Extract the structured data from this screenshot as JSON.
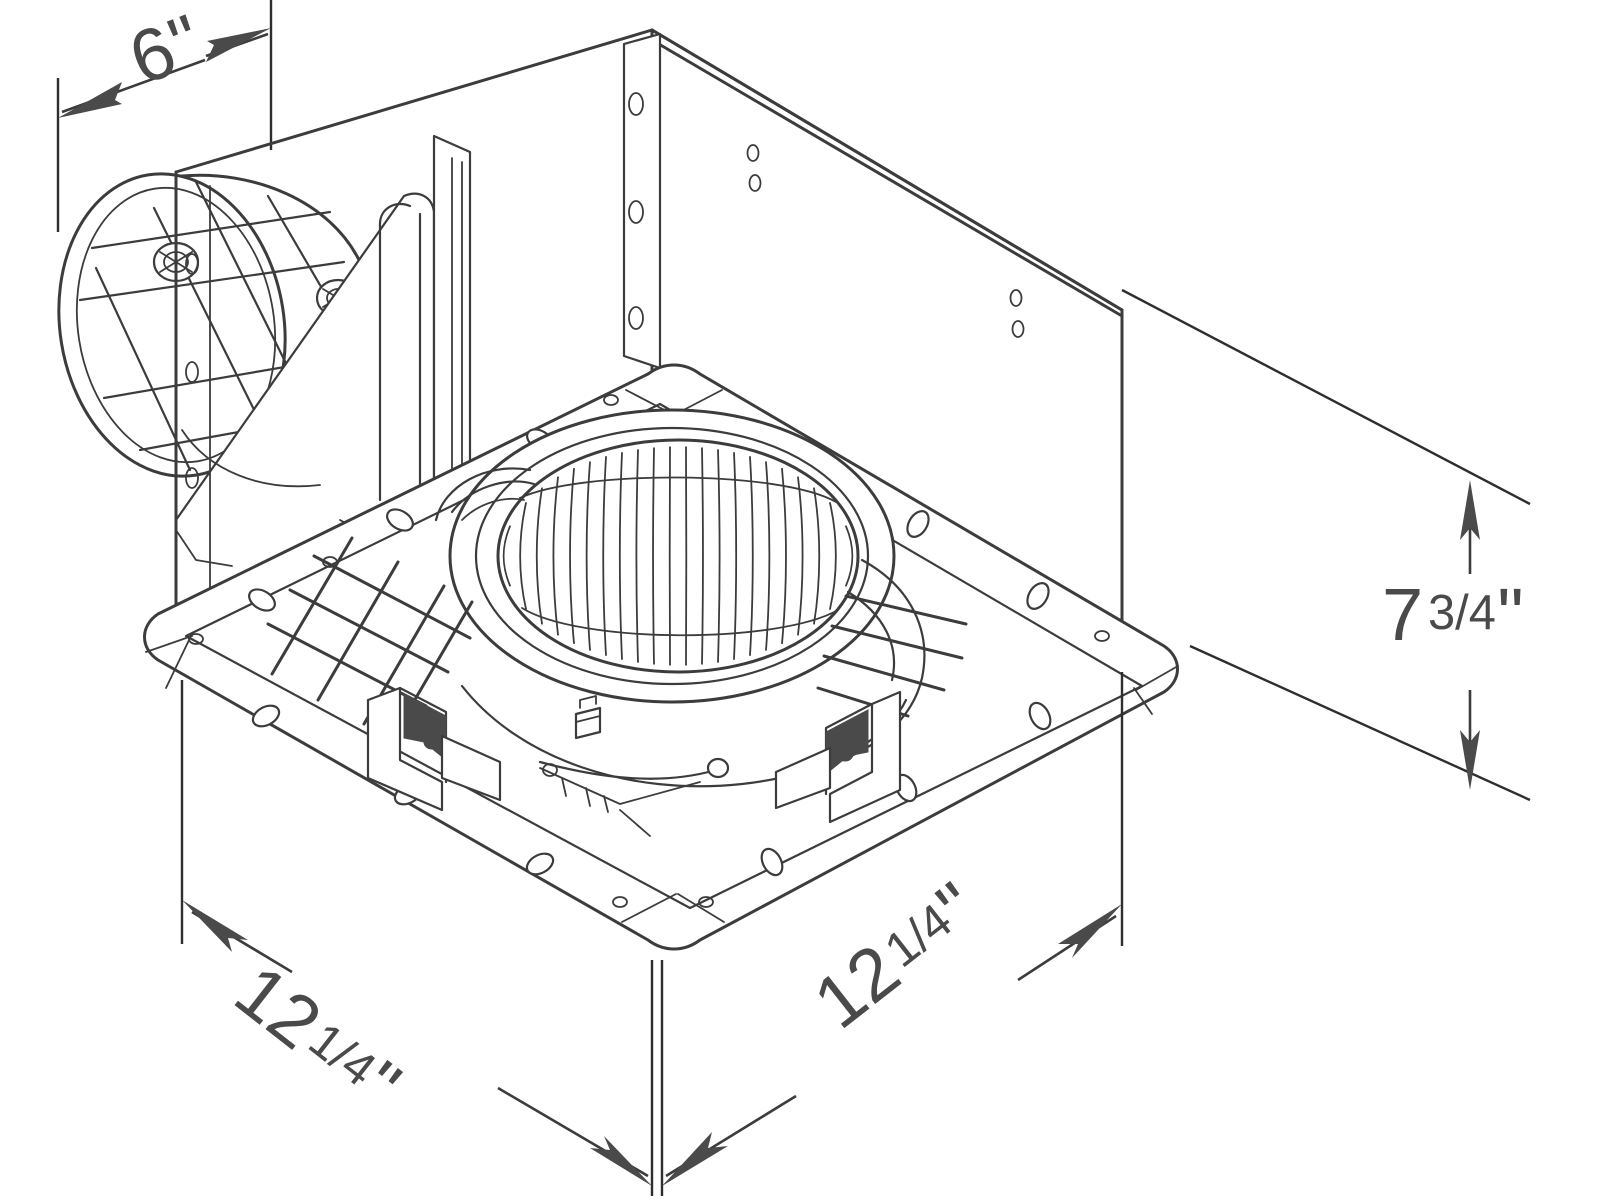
{
  "drawing": {
    "title": "Ceiling Bath Exhaust Fan — Dimensional Line Drawing",
    "subject": "ceiling-mount bathroom exhaust ventilation fan housing with round duct collar",
    "view": "isometric",
    "line_color": "#3c3c3c",
    "background_color": "#ffffff",
    "style": "technical line art, no shading"
  },
  "dimensions": {
    "duct_diameter": {
      "name": "duct-collar-diameter",
      "whole": "6",
      "fraction": "",
      "unit": "\"",
      "display": "6\"",
      "orientation": "diagonal-top-left",
      "arrow_style": "double-ended outward"
    },
    "height": {
      "name": "housing-height",
      "whole": "7",
      "fraction": "3/4",
      "numerator": "3",
      "denominator": "4",
      "unit": "\"",
      "display": "7 3/4\"",
      "orientation": "vertical-right",
      "arrow_style": "double-ended outward"
    },
    "width_left": {
      "name": "flange-width-left",
      "whole": "12",
      "fraction": "1/4",
      "numerator": "1",
      "denominator": "4",
      "unit": "\"",
      "display": "12 1/4\"",
      "orientation": "diagonal-bottom-left",
      "arrow_style": "double-ended outward"
    },
    "width_right": {
      "name": "flange-width-right",
      "whole": "12",
      "fraction": "1/4",
      "numerator": "1",
      "denominator": "4",
      "unit": "\"",
      "display": "12 1/4\"",
      "orientation": "diagonal-bottom-right",
      "arrow_style": "double-ended outward"
    }
  },
  "components": {
    "duct_collar": "6-inch round duct collar with backdraft damper and two mounting screws",
    "housing": "sheet metal box housing with knockout holes and vertical mounting flanges",
    "mounting_flange": "square grille mounting flange with slotted and round fastener holes",
    "blower_wheel": "centrifugal squirrel-cage blower wheel visible through round opening",
    "brackets": "two formed sheet-metal hanger brackets",
    "grid": "cross-hatched wire grid / bracket lattice",
    "blower_blade_count": 22
  }
}
